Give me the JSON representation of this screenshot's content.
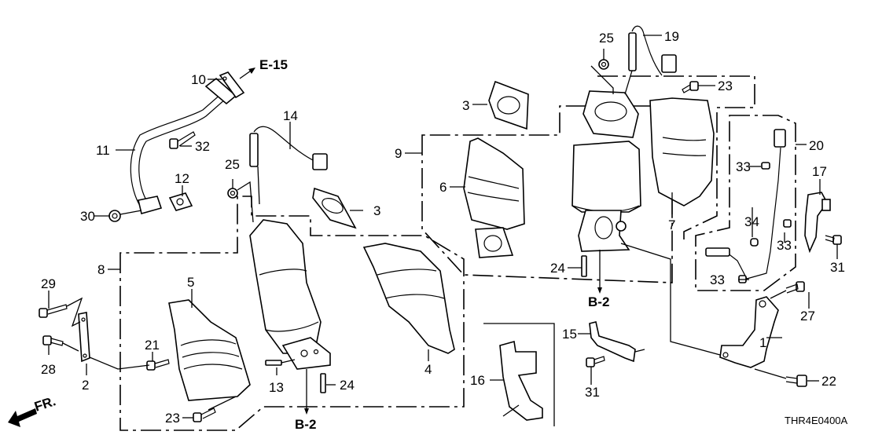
{
  "diagram": {
    "code": "THR4E0400A",
    "front_indicator": "FR.",
    "colors": {
      "line": "#000000",
      "background": "#ffffff"
    },
    "references": [
      {
        "id": "ref-e15",
        "text": "E-15"
      },
      {
        "id": "ref-b2-left",
        "text": "B-2"
      },
      {
        "id": "ref-b2-right",
        "text": "B-2"
      }
    ],
    "callouts": [
      {
        "id": "c1",
        "text": "1"
      },
      {
        "id": "c2",
        "text": "2"
      },
      {
        "id": "c3a",
        "text": "3"
      },
      {
        "id": "c3b",
        "text": "3"
      },
      {
        "id": "c4",
        "text": "4"
      },
      {
        "id": "c5",
        "text": "5"
      },
      {
        "id": "c6",
        "text": "6"
      },
      {
        "id": "c7",
        "text": "7"
      },
      {
        "id": "c8",
        "text": "8"
      },
      {
        "id": "c9",
        "text": "9"
      },
      {
        "id": "c10",
        "text": "10"
      },
      {
        "id": "c11",
        "text": "11"
      },
      {
        "id": "c12",
        "text": "12"
      },
      {
        "id": "c13",
        "text": "13"
      },
      {
        "id": "c14",
        "text": "14"
      },
      {
        "id": "c15",
        "text": "15"
      },
      {
        "id": "c16",
        "text": "16"
      },
      {
        "id": "c17",
        "text": "17"
      },
      {
        "id": "c19",
        "text": "19"
      },
      {
        "id": "c20",
        "text": "20"
      },
      {
        "id": "c21",
        "text": "21"
      },
      {
        "id": "c22",
        "text": "22"
      },
      {
        "id": "c23a",
        "text": "23"
      },
      {
        "id": "c23b",
        "text": "23"
      },
      {
        "id": "c24a",
        "text": "24"
      },
      {
        "id": "c24b",
        "text": "24"
      },
      {
        "id": "c25a",
        "text": "25"
      },
      {
        "id": "c25b",
        "text": "25"
      },
      {
        "id": "c27",
        "text": "27"
      },
      {
        "id": "c28",
        "text": "28"
      },
      {
        "id": "c29",
        "text": "29"
      },
      {
        "id": "c30",
        "text": "30"
      },
      {
        "id": "c31a",
        "text": "31"
      },
      {
        "id": "c31b",
        "text": "31"
      },
      {
        "id": "c32",
        "text": "32"
      },
      {
        "id": "c33a",
        "text": "33"
      },
      {
        "id": "c33b",
        "text": "33"
      },
      {
        "id": "c33c",
        "text": "33"
      },
      {
        "id": "c34",
        "text": "34"
      }
    ]
  }
}
